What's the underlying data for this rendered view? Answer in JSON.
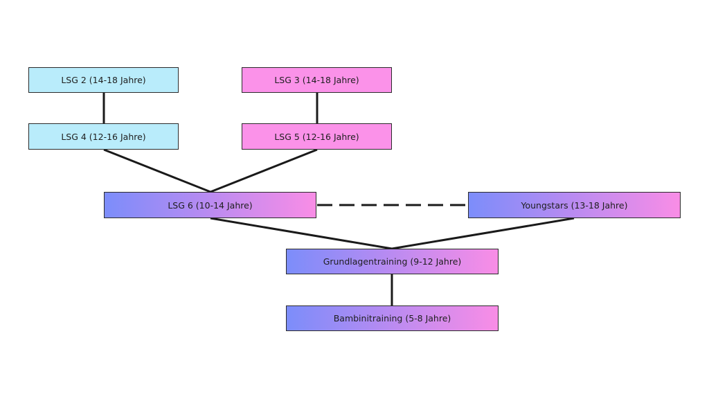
{
  "colors": {
    "cyan": "#b9ecfb",
    "pink": "#fb92e9",
    "gradient_start": "#7c8dfa",
    "gradient_end": "#f98de6",
    "line": "#1a1a1a"
  },
  "nodes": {
    "lsg2": "LSG 2 (14-18 Jahre)",
    "lsg3": "LSG 3 (14-18 Jahre)",
    "lsg4": "LSG 4 (12-16 Jahre)",
    "lsg5": "LSG 5 (12-16 Jahre)",
    "lsg6": "LSG 6 (10-14 Jahre)",
    "youngstars": "Youngstars (13-18 Jahre)",
    "grundlagen": "Grundlagentraining (9-12 Jahre)",
    "bambini": "Bambinitraining (5-8 Jahre)"
  },
  "connections": [
    {
      "from": "lsg2",
      "to": "lsg4",
      "style": "solid"
    },
    {
      "from": "lsg3",
      "to": "lsg5",
      "style": "solid"
    },
    {
      "from": "lsg4",
      "to": "lsg6",
      "style": "solid"
    },
    {
      "from": "lsg5",
      "to": "lsg6",
      "style": "solid"
    },
    {
      "from": "lsg6",
      "to": "youngstars",
      "style": "dashed"
    },
    {
      "from": "lsg6",
      "to": "grundlagen",
      "style": "solid"
    },
    {
      "from": "youngstars",
      "to": "grundlagen",
      "style": "solid"
    },
    {
      "from": "grundlagen",
      "to": "bambini",
      "style": "solid"
    }
  ]
}
